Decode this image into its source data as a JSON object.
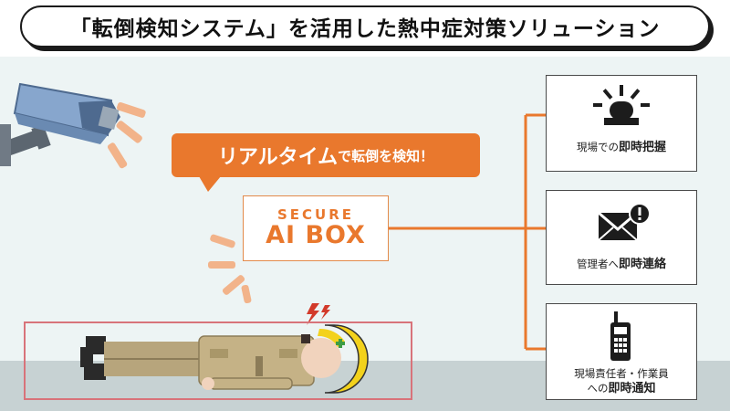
{
  "title": "「転倒検知システム」を活用した熱中症対策ソリューション",
  "bubble": {
    "big1": "リアルタイム",
    "mid": "で転倒を検知！"
  },
  "device": {
    "line1": "SECURE",
    "line2": "AI BOX"
  },
  "outputs": [
    {
      "line1": "",
      "plain": "現場での",
      "bold": "即時把握",
      "icon": "alert-light-icon"
    },
    {
      "line1": "",
      "plain": "管理者へ",
      "bold": "即時連絡",
      "icon": "mail-alert-icon"
    },
    {
      "line1": "現場責任者・作業員",
      "plain": "への",
      "bold": "即時通知",
      "icon": "radio-transceiver-icon"
    }
  ],
  "colors": {
    "accent": "#e9782d",
    "frame": "#d8737a",
    "wall": "#edf4f4",
    "floor": "#c7d2d3"
  }
}
